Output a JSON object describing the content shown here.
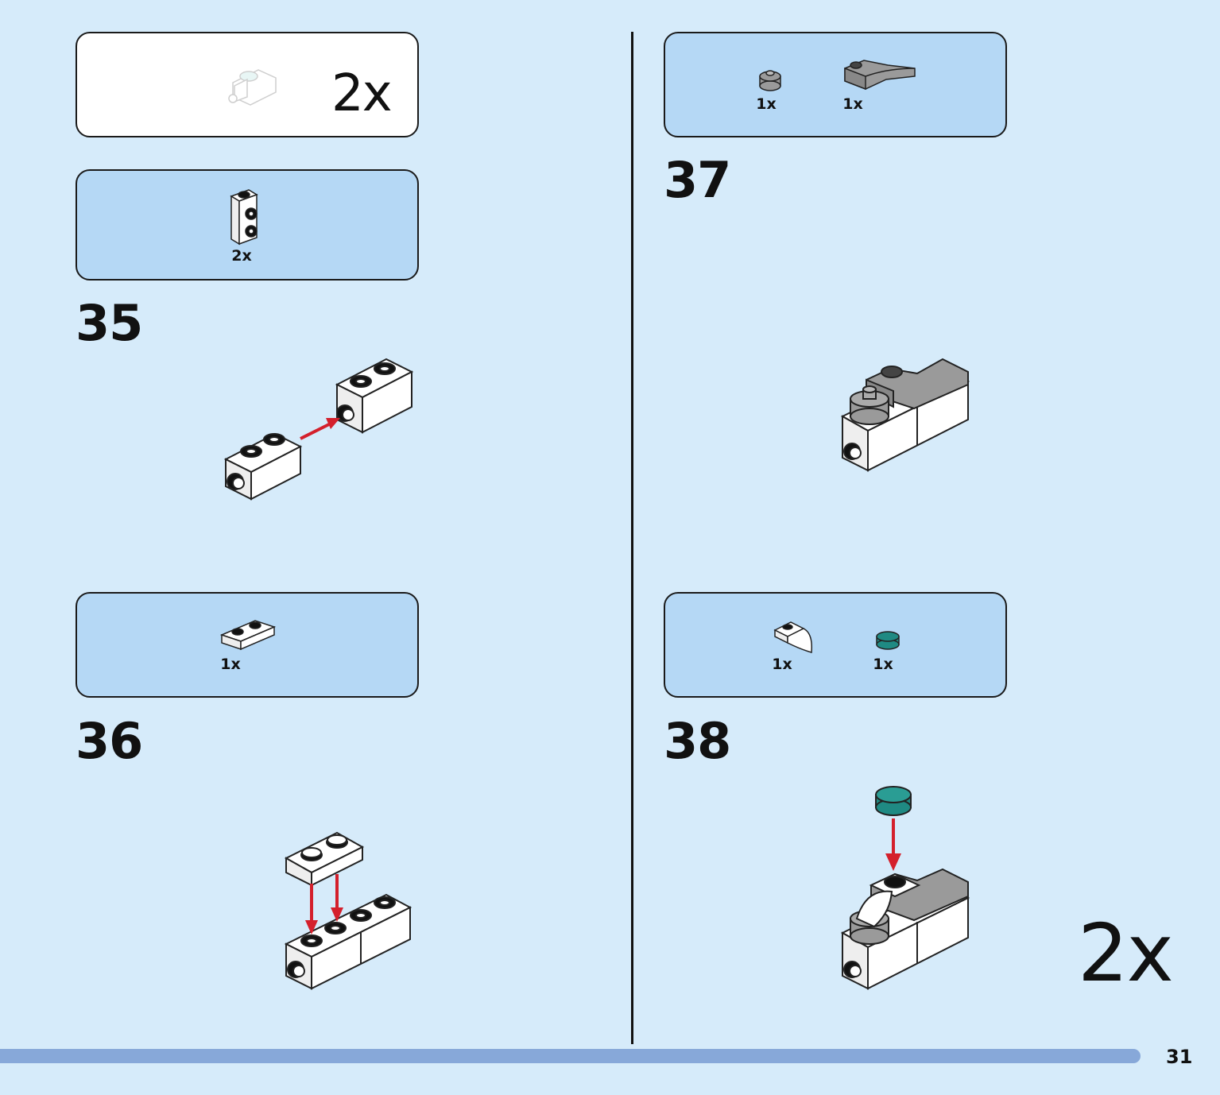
{
  "left_column": {
    "header_multiplier": "2x",
    "steps": [
      {
        "number": "35",
        "parts": [
          {
            "qty": "2x",
            "part": "white-brick-1x2-studs-on-side"
          }
        ]
      },
      {
        "number": "36",
        "parts": [
          {
            "qty": "1x",
            "part": "white-plate-1x2"
          }
        ]
      }
    ]
  },
  "right_column": {
    "steps": [
      {
        "number": "37",
        "parts": [
          {
            "qty": "1x",
            "part": "grey-round-plate-1x1"
          },
          {
            "qty": "1x",
            "part": "grey-curved-slope-1x2"
          }
        ]
      },
      {
        "number": "38",
        "parts": [
          {
            "qty": "1x",
            "part": "white-tooth-plate"
          },
          {
            "qty": "1x",
            "part": "teal-round-tile-1x1"
          }
        ]
      }
    ],
    "final_multiplier": "2x"
  },
  "colors": {
    "page_bg": "#d6ebfa",
    "box_bg": "#b5d8f5",
    "arrow": "#d4202c",
    "teal": "#1f8a83",
    "grey": "#9a9a9a",
    "progress": "#87a8d9"
  },
  "page": {
    "number": "31"
  }
}
